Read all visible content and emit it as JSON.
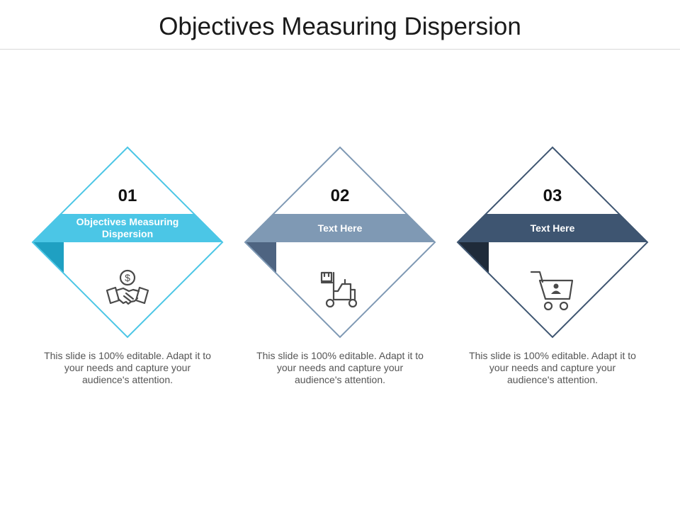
{
  "title": "Objectives Measuring Dispersion",
  "items": [
    {
      "number": "01",
      "label": "Objectives Measuring Dispersion",
      "icon": "handshake-dollar-icon",
      "description": "This slide is 100% editable. Adapt it to your needs and capture your audience's attention.",
      "color": "#4BC6E6",
      "dark_color": "#1FA0C2"
    },
    {
      "number": "02",
      "label": "Text Here",
      "icon": "forklift-icon",
      "description": "This slide is 100% editable. Adapt it to your needs and capture your audience's attention.",
      "color": "#7F99B4",
      "dark_color": "#4E6481"
    },
    {
      "number": "03",
      "label": "Text Here",
      "icon": "shopping-cart-user-icon",
      "description": "This slide is 100% editable. Adapt it to your needs and capture your audience's attention.",
      "color": "#3E5571",
      "dark_color": "#1F2B3A"
    }
  ]
}
